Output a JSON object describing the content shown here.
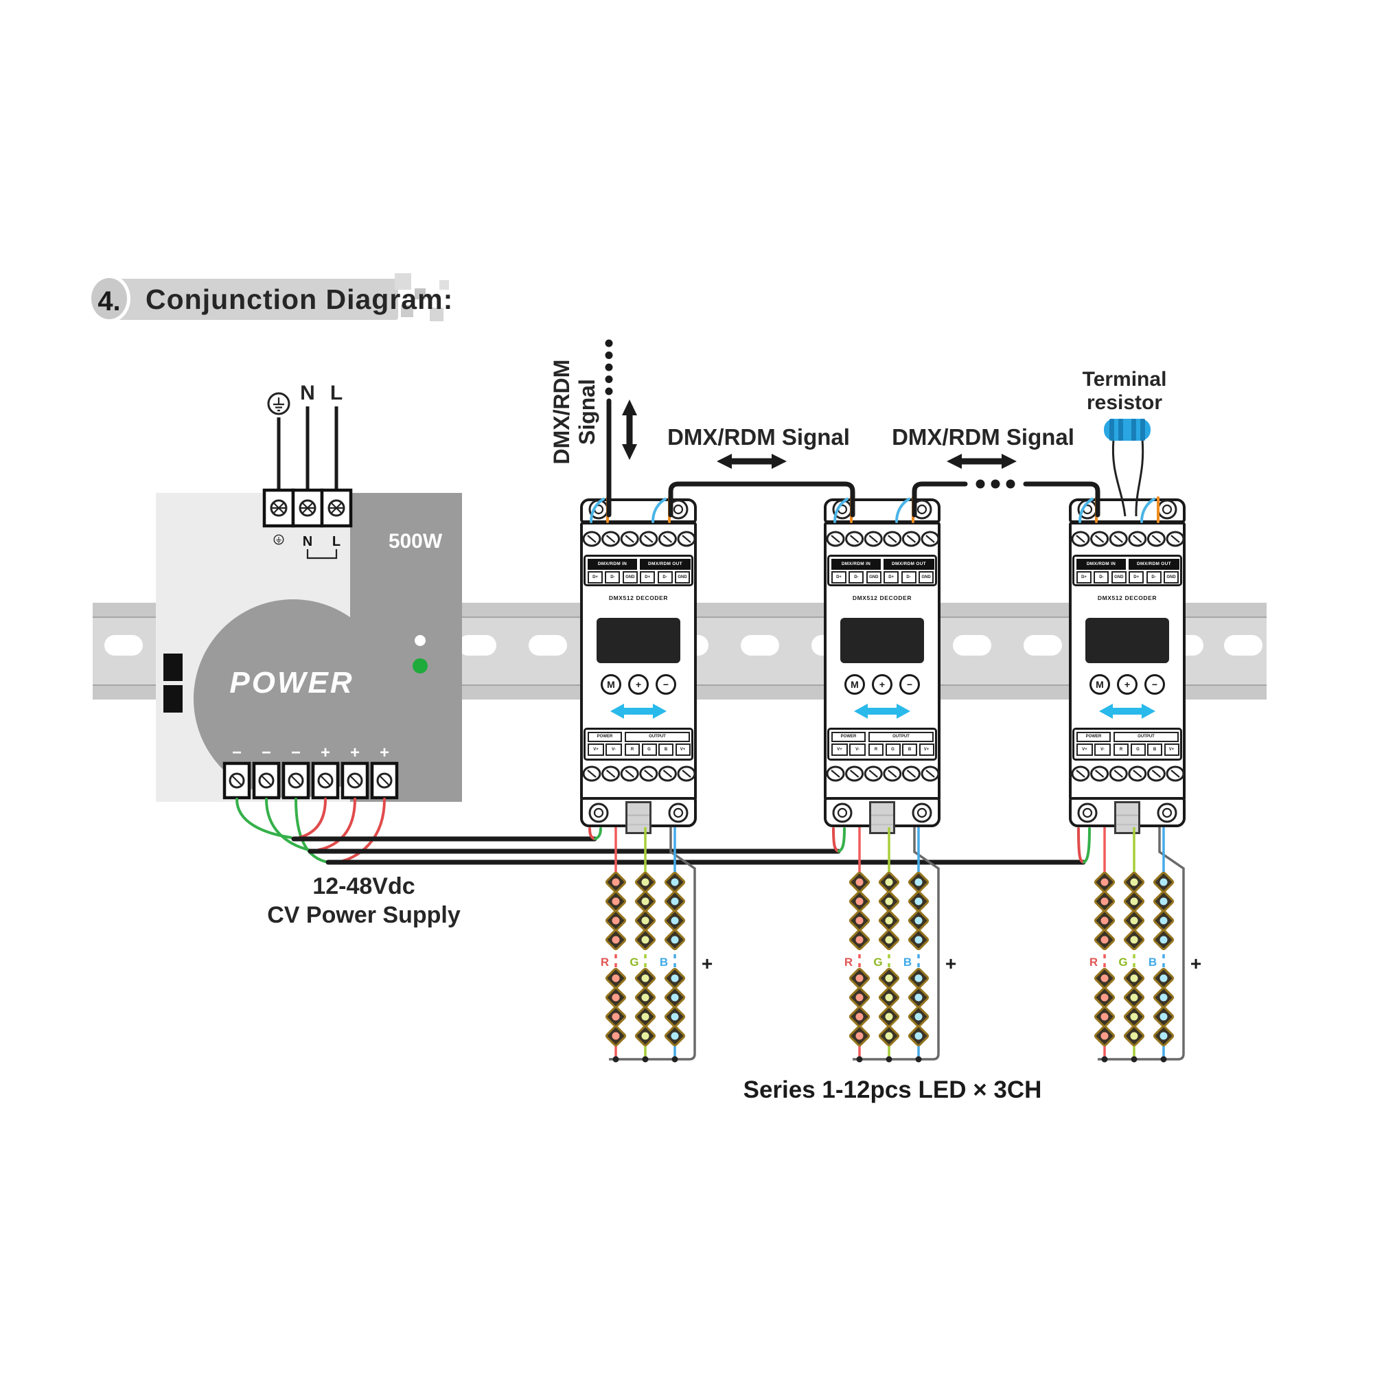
{
  "title": {
    "number": "4.",
    "label": "Conjunction Diagram:"
  },
  "signals": {
    "vertical": {
      "line1": "DMX/RDM",
      "line2": "Signal"
    },
    "between_1_2": "DMX/RDM Signal",
    "between_2_3": "DMX/RDM Signal"
  },
  "terminal_resistor": {
    "line1": "Terminal",
    "line2": "resistor"
  },
  "power_supply": {
    "brand": "POWER",
    "rating": "500W",
    "input_terminals": {
      "earth": "⏚",
      "neutral": "N",
      "live": "L"
    },
    "output_polarity": {
      "minus": "−",
      "plus": "+"
    },
    "caption_line1": "12-48Vdc",
    "caption_line2": "CV Power Supply"
  },
  "decoder": {
    "title": "DMX512 DECODER",
    "dmx_in_label": "DMX/RDM IN",
    "dmx_out_label": "DMX/RDM OUT",
    "signal_terminals": [
      "D+",
      "D-",
      "GND",
      "D+",
      "D-",
      "GND"
    ],
    "power_label": "POWER",
    "output_label": "OUTPUT",
    "power_terminals": [
      "V+",
      "V-"
    ],
    "output_terminals": [
      "R",
      "G",
      "B",
      "V+"
    ],
    "buttons": [
      "M",
      "+",
      "−"
    ]
  },
  "led_strip": {
    "channel_r": "R",
    "channel_g": "G",
    "channel_b": "B",
    "plus": "+",
    "caption": "Series 1-12pcs LED × 3CH"
  },
  "colors": {
    "wire_black": "#1b1b1b",
    "wire_red": "#e14b4b",
    "wire_green": "#35b04a",
    "wire_blue": "#4ab4e6",
    "wire_orange": "#f08c1e",
    "strip_red": "#f15b5b",
    "strip_green": "#a8cf3a",
    "strip_blue": "#45aae8",
    "lcd": "#242424",
    "cyan_arrow": "#29b9ea",
    "resistor_blue": "#2aa7e3",
    "psu_dark": "#9b9b9b",
    "psu_light": "#ececec",
    "rail": "#d8d8d8"
  }
}
